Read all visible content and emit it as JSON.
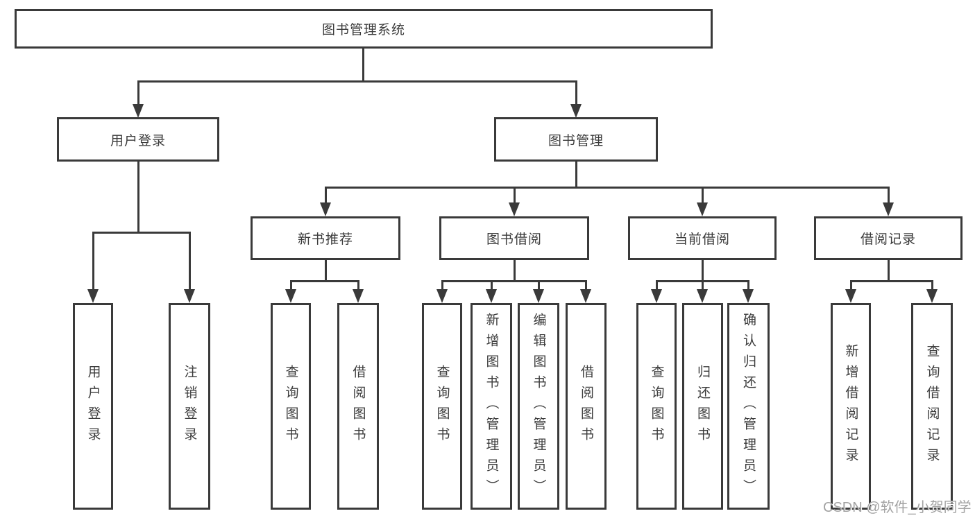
{
  "diagram": {
    "type": "tree-structure-diagram",
    "title": "图书管理系统"
  },
  "nodes": {
    "root": "图书管理系统",
    "user_login": "用户登录",
    "book_mgmt": "图书管理",
    "leaf_user_login": "用户登录",
    "leaf_logout": "注销登录",
    "new_book_rec": "新书推荐",
    "book_borrow": "图书借阅",
    "current_borrow": "当前借阅",
    "borrow_records": "借阅记录",
    "nb_query_book": "查询图书",
    "nb_borrow_book": "借阅图书",
    "bb_query_book": "查询图书",
    "bb_add_book": "新增图书（管理员）",
    "bb_edit_book": "编辑图书（管理员）",
    "bb_borrow_book": "借阅图书",
    "cb_query_book": "查询图书",
    "cb_return_book": "归还图书",
    "cb_confirm_return": "确认归还（管理员）",
    "br_add_record": "新增借阅记录",
    "br_query_record": "查询借阅记录"
  },
  "hierarchy": {
    "图书管理系统": {
      "用户登录": [
        "用户登录",
        "注销登录"
      ],
      "图书管理": {
        "新书推荐": [
          "查询图书",
          "借阅图书"
        ],
        "图书借阅": [
          "查询图书",
          "新增图书（管理员）",
          "编辑图书（管理员）",
          "借阅图书"
        ],
        "当前借阅": [
          "查询图书",
          "归还图书",
          "确认归还（管理员）"
        ],
        "借阅记录": [
          "新增借阅记录",
          "查询借阅记录"
        ]
      }
    }
  },
  "watermark": "CSDN @软件_小贺同学",
  "colors": {
    "line": "#3a3a3a",
    "text": "#3b3b3b",
    "watermark": "#a3a3a3",
    "background": "#ffffff"
  }
}
